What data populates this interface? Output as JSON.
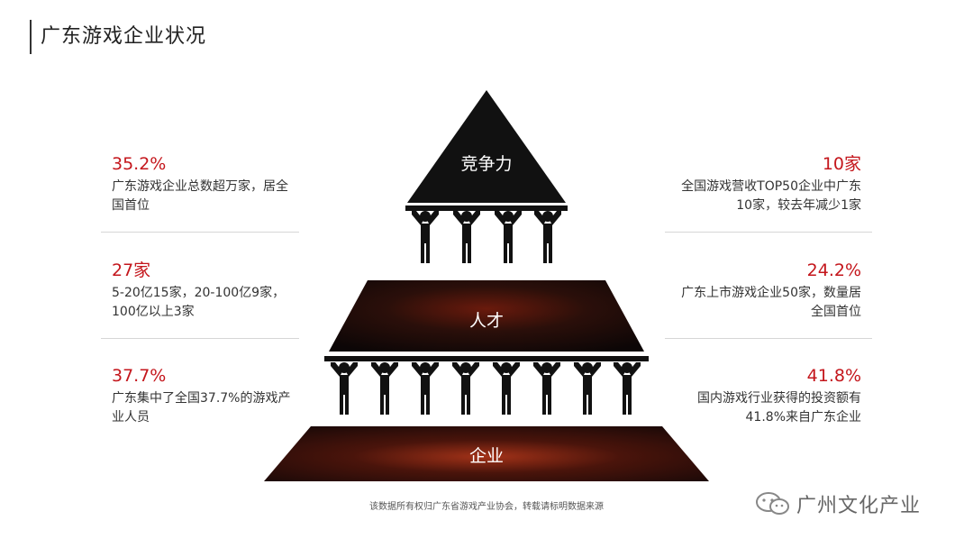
{
  "header": {
    "title": "广东游戏企业状况"
  },
  "pyramid": {
    "top_label": "竞争力",
    "middle_label": "人才",
    "bottom_label": "企业"
  },
  "left_stats": [
    {
      "value": "35.2%",
      "desc_line1": "广东游戏企业总数超万家，居全",
      "desc_line2": "国首位"
    },
    {
      "value": "27家",
      "desc_line1": "5-20亿15家，20-100亿9家，",
      "desc_line2": "100亿以上3家"
    },
    {
      "value": "37.7%",
      "desc_line1": "广东集中了全国37.7%的游戏产",
      "desc_line2": "业人员"
    }
  ],
  "right_stats": [
    {
      "value": "10家",
      "desc_line1": "全国游戏营收TOP50企业中广东",
      "desc_line2": "10家，较去年减少1家"
    },
    {
      "value": "24.2%",
      "desc_line1": "广东上市游戏企业50家，数量居",
      "desc_line2": "全国首位"
    },
    {
      "value": "41.8%",
      "desc_line1": "国内游戏行业获得的投资额有",
      "desc_line2": "41.8%来自广东企业"
    }
  ],
  "footer": {
    "note": "该数据所有权归广东省游戏产业协会，转载请标明数据来源"
  },
  "brand": {
    "name": "广州文化产业",
    "icon": "wechat-icon"
  },
  "colors": {
    "accent": "#c4161c",
    "dark": "#111111",
    "fire": "#b8321a"
  }
}
